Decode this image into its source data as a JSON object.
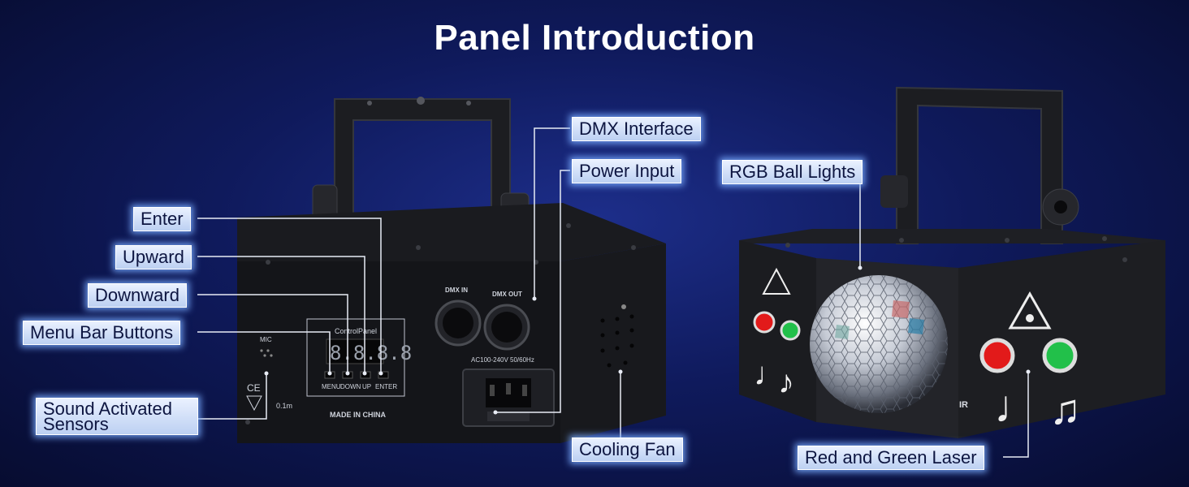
{
  "title": "Panel Introduction",
  "colors": {
    "background": "#0f1a5c",
    "label_bg": "#dbe6fb",
    "label_glow": "#78aaff",
    "laser_red": "#e21a1a",
    "laser_green": "#22c04a"
  },
  "callouts": {
    "enter": "Enter",
    "upward": "Upward",
    "downward": "Downward",
    "menu_bar": "Menu Bar Buttons",
    "sound": "Sound Activated Sensors",
    "dmx": "DMX Interface",
    "power": "Power Input",
    "cooling": "Cooling Fan",
    "rgb": "RGB Ball Lights",
    "laser": "Red and Green Laser"
  },
  "back_panel": {
    "mic": "MIC",
    "control_panel": "ControlPanel",
    "buttons": [
      "MENU",
      "DOWN",
      "UP",
      "ENTER"
    ],
    "display": "8.8.8.8",
    "dmx_in": "DMX IN",
    "dmx_out": "DMX OUT",
    "voltage": "AC100-240V 50/60Hz",
    "made_in": "MADE IN CHINA",
    "distance": "0.1m"
  },
  "front_panel": {
    "ir": "IR"
  }
}
